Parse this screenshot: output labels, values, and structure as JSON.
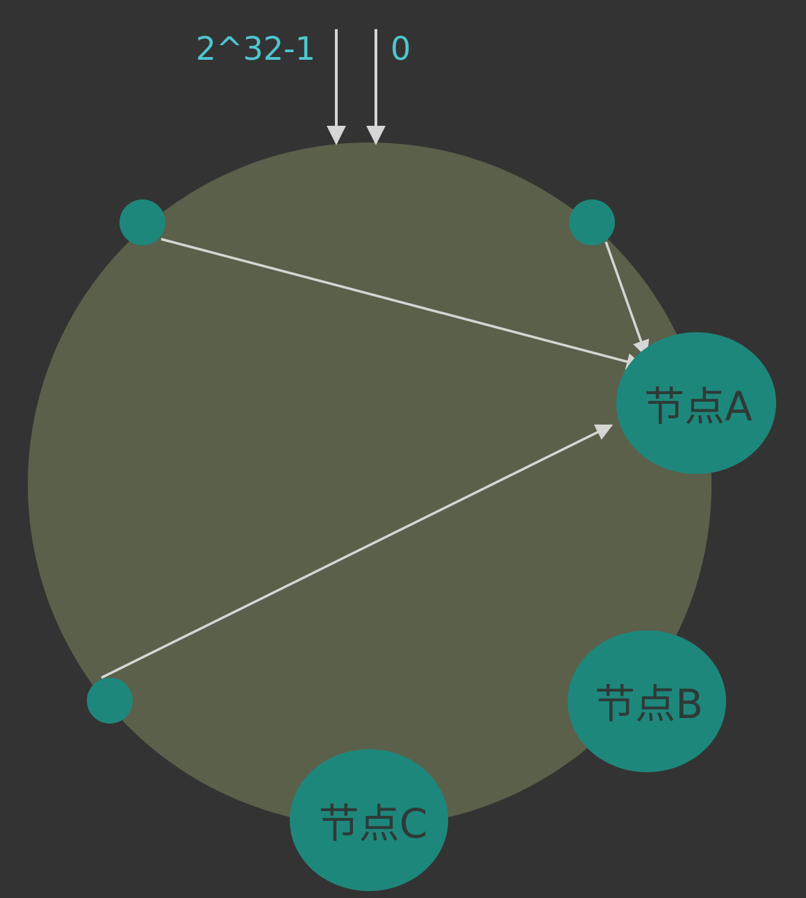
{
  "diagram": {
    "top_labels": {
      "max": "2^32-1",
      "zero": "0"
    },
    "nodes": {
      "a": "节点A",
      "b": "节点B",
      "c": "节点C"
    },
    "colors": {
      "background": "#333333",
      "ring": "#5b604a",
      "node": "#1e877c",
      "arrow": "#d6d6d6",
      "label_text": "#4fc6cf",
      "node_text": "#2e3a36"
    }
  }
}
